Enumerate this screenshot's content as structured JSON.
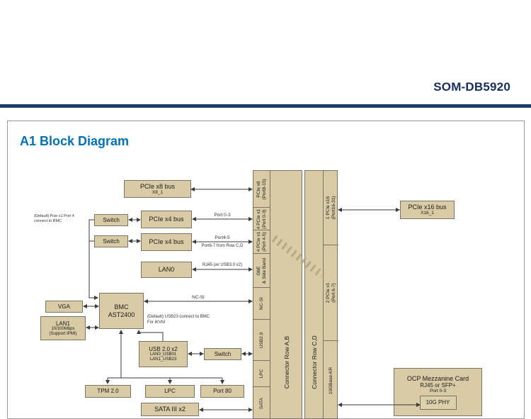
{
  "colors": {
    "accent_navy": "#1e3a6e",
    "heading_blue": "#0071b3",
    "block_fill": "#d8cba6",
    "block_border": "#7a7466"
  },
  "header": {
    "doc_title": "SOM-DB5920"
  },
  "section": {
    "title": "A1 Block Diagram"
  },
  "blocks": {
    "pcie_x8_bus": {
      "label": "PCIe x8 bus",
      "sub": "X8_1"
    },
    "switch1": {
      "label": "Switch"
    },
    "pcie_x4_bus_a": {
      "label": "PCIe x4 bus"
    },
    "switch2": {
      "label": "Switch"
    },
    "pcie_x4_bus_b": {
      "label": "PCIe x4 bus"
    },
    "lan0": {
      "label": "LAN0"
    },
    "vga": {
      "label": "VGA"
    },
    "bmc": {
      "label": "BMC",
      "sub": "AST2400"
    },
    "lan1": {
      "label": "LAN1",
      "sub1": "10/100Mbps",
      "sub2": "(Support IPMI)"
    },
    "usb2": {
      "label": "USB 2.0 x2",
      "sub1": "LAN0_USB01",
      "sub2": "LAN1_USB23"
    },
    "switch3": {
      "label": "Switch"
    },
    "tpm": {
      "label": "TPM 2.0"
    },
    "lpc": {
      "label": "LPC"
    },
    "port80": {
      "label": "Port 80"
    },
    "sata": {
      "label": "SATA III x2"
    },
    "pcie_x16_bus": {
      "label": "PCIe x16 bus",
      "sub": "X16_1"
    },
    "ocp": {
      "label": "OCP Mezzanine Card",
      "sub1": "RJ45 or SFP+",
      "sub2": "Port 0-3",
      "phy": "10G PHY"
    }
  },
  "connector_ab": {
    "label": "Connector Row A,B",
    "segments": [
      "PCIe x8\n(Port8-15)",
      "4 PCIe x1\n(Port 0-3)",
      "4 PCIe x1\n(Port 4-5)",
      "GbE\n& Side Band",
      "NC-SI",
      "USB2.0",
      "LPC",
      "SATA"
    ]
  },
  "connector_cd": {
    "label": "Connector Row C,D",
    "segments": [
      "1 PCIe x16\n(Port16-31)",
      "2 PCIe x1\n(Port 6-7)",
      "10GBase-KR"
    ]
  },
  "annotations": {
    "default_pcie": "(Default) Pcie x1 Port 4\nconnect to BMC",
    "port_0_3": "Port 0-3",
    "port_4_5": "Port4-5",
    "port_6_7": "Port6-7 from Row C,D",
    "rj45": "RJ45 (w/ USB3.0 x2)",
    "nc_si": "NC-SI",
    "usb23": "(Default) USB23 connect to BMC\nFor iKVM"
  }
}
